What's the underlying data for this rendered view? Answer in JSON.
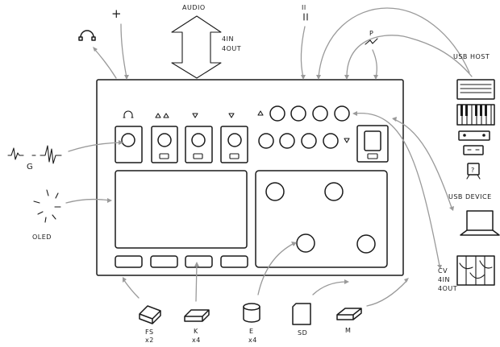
{
  "labels": {
    "plus": "+",
    "audio": "AUDIO",
    "audio_in": "4IN",
    "audio_out": "4OUT",
    "pause": "II",
    "p": "P",
    "usb_host": "USB HOST",
    "usb_device": "USB DEVICE",
    "cv": "CV",
    "cv_in": "4IN",
    "cv_out": "4OUT",
    "g": "G",
    "oled": "OLED",
    "fs": "FS",
    "fs_count": "x2",
    "k": "K",
    "k_count": "x4",
    "e": "E",
    "e_count": "x4",
    "sd": "SD",
    "m": "M",
    "keycap": "?"
  }
}
